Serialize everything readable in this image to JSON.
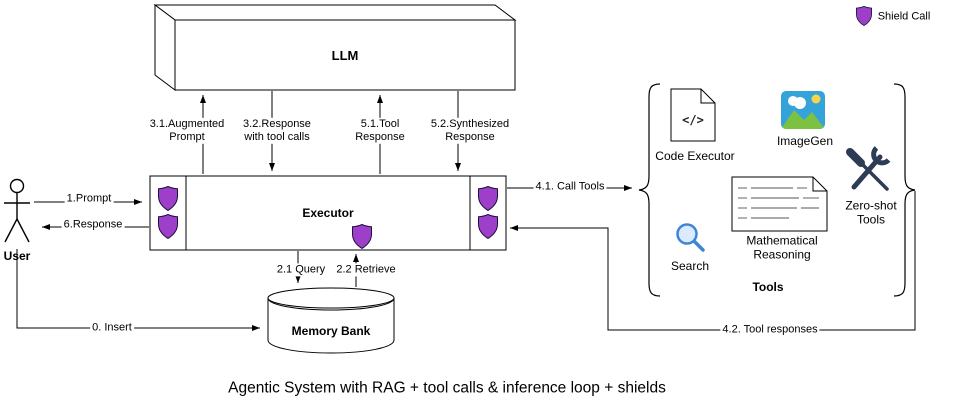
{
  "title": "Agentic System with RAG + tool calls & inference loop + shields",
  "legend": {
    "shield_label": "Shield Call"
  },
  "nodes": {
    "llm_label": "LLM",
    "executor_label": "Executor",
    "memory_bank_label": "Memory Bank",
    "user_label": "User",
    "tools_group_label": "Tools"
  },
  "tools": [
    {
      "label": "Code Executor",
      "icon": "code-document-icon",
      "glyph": "</>"
    },
    {
      "label": "ImageGen",
      "icon": "image-icon"
    },
    {
      "label": "Search",
      "icon": "magnifier-icon"
    },
    {
      "label": "Mathematical Reasoning",
      "icon": "math-document-icon"
    },
    {
      "label": "Zero-shot Tools",
      "icon": "crossed-tools-icon"
    }
  ],
  "edges": {
    "insert": "0. Insert",
    "prompt": "1.Prompt",
    "query": "2.1 Query",
    "retrieve": "2.2 Retrieve",
    "augmented_prompt": "3.1.Augmented Prompt",
    "response_with_tool_calls": "3.2.Response with tool calls",
    "call_tools": "4.1. Call Tools",
    "tool_responses": "4.2. Tool responses",
    "tool_response": "5.1.Tool Response",
    "synthesized_response": "5.2.Synthesized Response",
    "response": "6.Response"
  },
  "colors": {
    "shield_fill": "#9e3fc9",
    "shield_stroke": "#1b1040",
    "line": "#000000",
    "search_blue": "#3c86d6",
    "search_fill": "#dbeafe",
    "image_sky": "#34a3d9",
    "image_ground": "#7cc142",
    "image_sun": "#f6d44d",
    "tools_dark": "#2d3b55"
  }
}
